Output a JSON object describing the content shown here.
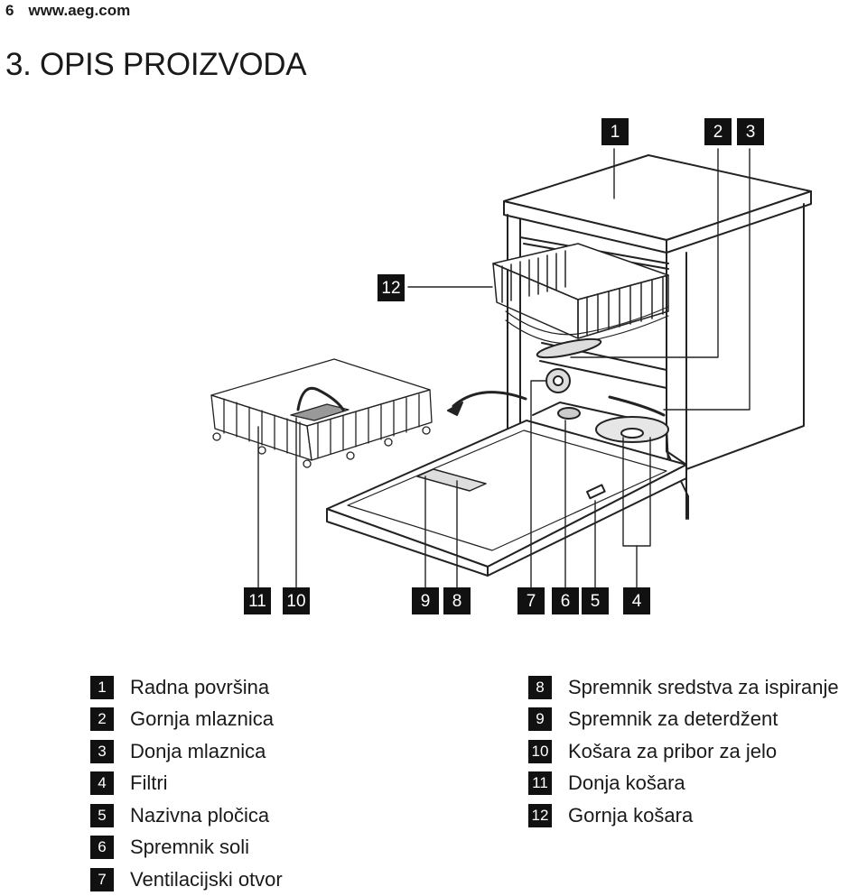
{
  "header": {
    "page_number": "6",
    "site": "www.aeg.com"
  },
  "title": "3. OPIS PROIZVODA",
  "figure": {
    "callouts": {
      "c1": "1",
      "c2": "2",
      "c3": "3",
      "c12": "12",
      "c11": "11",
      "c10": "10",
      "c9": "9",
      "c8": "8",
      "c7": "7",
      "c6": "6",
      "c5": "5",
      "c4": "4"
    }
  },
  "legend": {
    "left": [
      {
        "num": "1",
        "text": "Radna površina"
      },
      {
        "num": "2",
        "text": "Gornja mlaznica"
      },
      {
        "num": "3",
        "text": "Donja mlaznica"
      },
      {
        "num": "4",
        "text": "Filtri"
      },
      {
        "num": "5",
        "text": "Nazivna pločica"
      },
      {
        "num": "6",
        "text": "Spremnik soli"
      },
      {
        "num": "7",
        "text": "Ventilacijski otvor"
      }
    ],
    "right": [
      {
        "num": "8",
        "text": "Spremnik sredstva za ispiranje"
      },
      {
        "num": "9",
        "text": "Spremnik za deterdžent"
      },
      {
        "num": "10",
        "text": "Košara za pribor za jelo"
      },
      {
        "num": "11",
        "text": "Donja košara"
      },
      {
        "num": "12",
        "text": "Gornja košara"
      }
    ]
  }
}
